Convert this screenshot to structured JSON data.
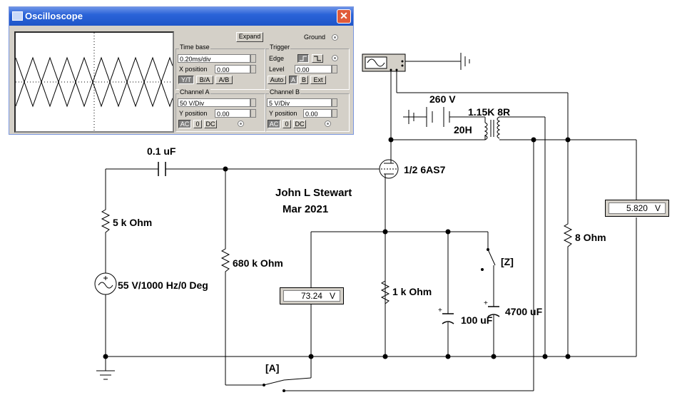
{
  "oscilloscope": {
    "title": "Oscilloscope",
    "close_glyph": "✕",
    "expand_label": "Expand",
    "ground_label": "Ground",
    "timebase": {
      "group_label": "Time base",
      "value": "0.20ms/div",
      "x_position_label": "X position",
      "x_position_value": "0.00",
      "mode_buttons": [
        "Y/T",
        "B/A",
        "A/B"
      ],
      "active_mode": "Y/T"
    },
    "trigger": {
      "group_label": "Trigger",
      "edge_label": "Edge",
      "level_label": "Level",
      "level_value": "0.00",
      "source_buttons": [
        "Auto",
        "A",
        "B",
        "Ext"
      ],
      "active_source": "A"
    },
    "channel_a": {
      "group_label": "Channel A",
      "value": "50 V/Div",
      "y_position_label": "Y position",
      "y_position_value": "0.00",
      "coupling_buttons": [
        "AC",
        "0",
        "DC"
      ],
      "active_coupling": "AC"
    },
    "channel_b": {
      "group_label": "Channel B",
      "value": "5 V/Div",
      "y_position_label": "Y position",
      "y_position_value": "0.00",
      "coupling_buttons": [
        "AC",
        "0",
        "DC"
      ],
      "active_coupling": "AC"
    }
  },
  "schematic": {
    "author": "John L Stewart",
    "date": "Mar 2021",
    "components": {
      "capacitor_input": "0.1 uF",
      "resistor_input": "5 k Ohm",
      "source": "55 V/1000 Hz/0 Deg",
      "resistor_grid": "680 k Ohm",
      "tube": "1/2 6AS7",
      "battery": "260 V",
      "choke": "20H",
      "transformer": "1.15K 8R",
      "resistor_cathode": "1 k Ohm",
      "capacitor_cathode_small": "100 uF",
      "capacitor_cathode_large": "4700 uF",
      "resistor_load": "8  Ohm",
      "switch_z": "[Z]",
      "switch_a": "[A]"
    },
    "meters": {
      "cathode_voltage": "73.24",
      "cathode_unit": "V",
      "output_voltage": "5.820",
      "output_unit": "V"
    }
  }
}
